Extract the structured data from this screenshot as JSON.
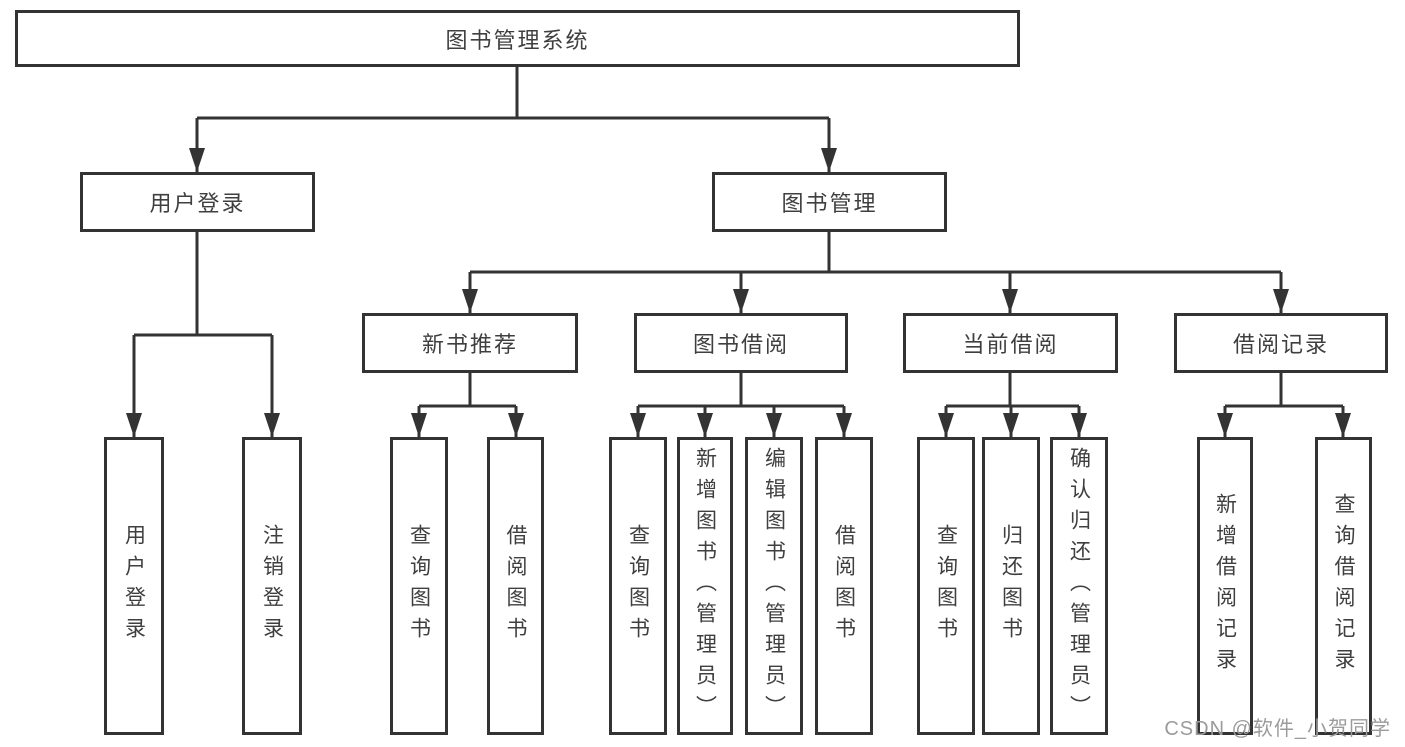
{
  "diagram_type": "hierarchy-tree",
  "tree": {
    "label": "图书管理系统",
    "children": [
      {
        "label": "用户登录",
        "children": [
          {
            "label": "用户登录"
          },
          {
            "label": "注销登录"
          }
        ]
      },
      {
        "label": "图书管理",
        "children": [
          {
            "label": "新书推荐",
            "children": [
              {
                "label": "查询图书"
              },
              {
                "label": "借阅图书"
              }
            ]
          },
          {
            "label": "图书借阅",
            "children": [
              {
                "label": "查询图书"
              },
              {
                "label": "新增图书（管理员）"
              },
              {
                "label": "编辑图书（管理员）"
              },
              {
                "label": "借阅图书"
              }
            ]
          },
          {
            "label": "当前借阅",
            "children": [
              {
                "label": "查询图书"
              },
              {
                "label": "归还图书"
              },
              {
                "label": "确认归还（管理员）"
              }
            ]
          },
          {
            "label": "借阅记录",
            "children": [
              {
                "label": "新增借阅记录"
              },
              {
                "label": "查询借阅记录"
              }
            ]
          }
        ]
      }
    ]
  },
  "watermark": {
    "text": "CSDN @软件_小贺同学"
  },
  "colors": {
    "line": "#333333",
    "box_border": "#333333",
    "box_fill": "#ffffff",
    "text": "#3f3f3f",
    "watermark_text": "#9b9b9b",
    "background": "#ffffff"
  }
}
